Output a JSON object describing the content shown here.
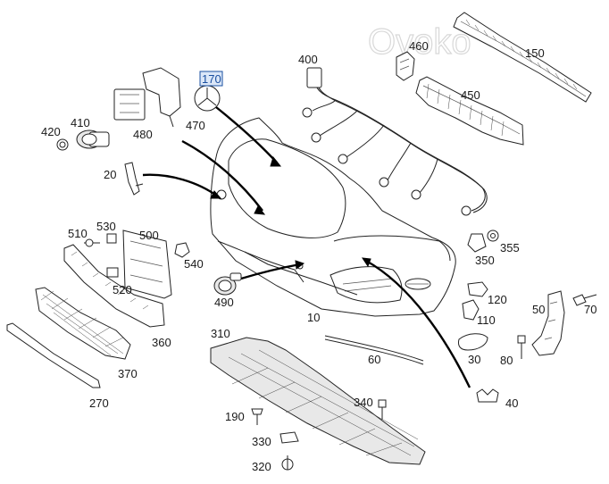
{
  "watermark": "Ovoko",
  "highlight_color": "#1a4fa0",
  "callouts": [
    {
      "id": "p400",
      "text": "400"
    },
    {
      "id": "p460",
      "text": "460"
    },
    {
      "id": "p150",
      "text": "150"
    },
    {
      "id": "p450",
      "text": "450"
    },
    {
      "id": "p170",
      "text": "170",
      "highlighted": true
    },
    {
      "id": "p470",
      "text": "470"
    },
    {
      "id": "p480",
      "text": "480"
    },
    {
      "id": "p410",
      "text": "410"
    },
    {
      "id": "p420",
      "text": "420"
    },
    {
      "id": "p20",
      "text": "20"
    },
    {
      "id": "p510",
      "text": "510"
    },
    {
      "id": "p530",
      "text": "530"
    },
    {
      "id": "p500",
      "text": "500"
    },
    {
      "id": "p540",
      "text": "540"
    },
    {
      "id": "p520",
      "text": "520"
    },
    {
      "id": "p355",
      "text": "355"
    },
    {
      "id": "p350",
      "text": "350"
    },
    {
      "id": "p120",
      "text": "120"
    },
    {
      "id": "p490",
      "text": "490"
    },
    {
      "id": "p10",
      "text": "10"
    },
    {
      "id": "p110",
      "text": "110"
    },
    {
      "id": "p50",
      "text": "50"
    },
    {
      "id": "p70",
      "text": "70"
    },
    {
      "id": "p360",
      "text": "360"
    },
    {
      "id": "p370",
      "text": "370"
    },
    {
      "id": "p310",
      "text": "310"
    },
    {
      "id": "p60",
      "text": "60"
    },
    {
      "id": "p30",
      "text": "30"
    },
    {
      "id": "p80",
      "text": "80"
    },
    {
      "id": "p270",
      "text": "270"
    },
    {
      "id": "p340",
      "text": "340"
    },
    {
      "id": "p40",
      "text": "40"
    },
    {
      "id": "p190",
      "text": "190"
    },
    {
      "id": "p330",
      "text": "330"
    },
    {
      "id": "p320",
      "text": "320"
    }
  ]
}
